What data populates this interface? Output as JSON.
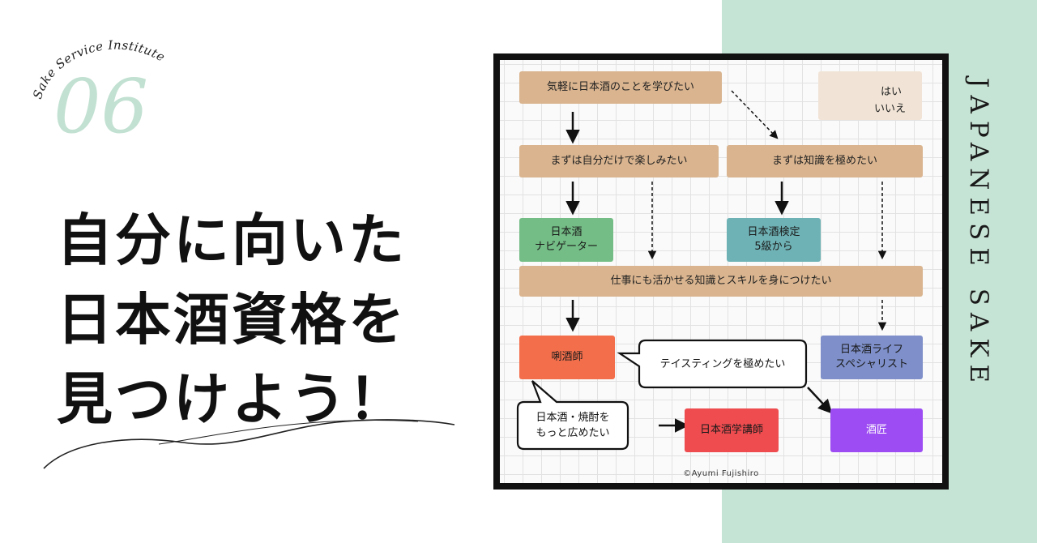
{
  "header": {
    "arc_text": "Sake Service Institute",
    "number": "06",
    "headline_lines": [
      "自分に向いた",
      "日本酒資格を",
      "見つけよう！"
    ],
    "side_text": "JAPANESE SAKE"
  },
  "diagram": {
    "legend": {
      "solid": "はい",
      "dashed": "いいえ"
    },
    "nodes": {
      "start": "気軽に日本酒のことを学びたい",
      "enjoy": "まずは自分だけで楽しみたい",
      "knowledge": "まずは知識を極めたい",
      "navigator": [
        "日本酒",
        "ナビゲーター"
      ],
      "kentei": [
        "日本酒検定",
        "5級から"
      ],
      "skill": "仕事にも活かせる知識とスキルを身につけたい",
      "sommelier": "唎酒師",
      "life": [
        "日本酒ライフ",
        "スペシャリスト"
      ],
      "tasting": "テイスティングを極めたい",
      "spread": [
        "日本酒・焼酎を",
        "もっと広めたい"
      ],
      "lecturer": "日本酒学講師",
      "master": "酒匠"
    },
    "credit": "©Ayumi Fujishiro"
  },
  "colors": {
    "mint": "#c6e4d5",
    "tan": "#d9b48f",
    "green": "#74bd86",
    "teal": "#6fb2b5",
    "orange": "#f36f4c",
    "red": "#ee4c4f",
    "blue": "#7e8fc9",
    "purple": "#9c4cf2"
  }
}
